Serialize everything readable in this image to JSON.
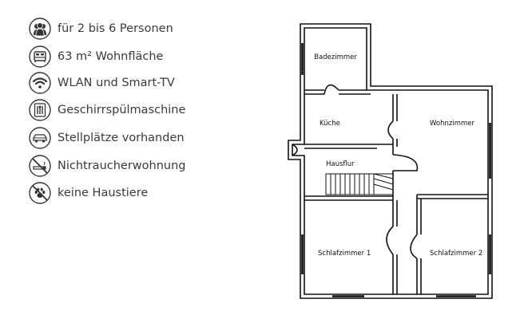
{
  "features": [
    {
      "label": "für 2 bis 6 Personen",
      "icon": "people-icon"
    },
    {
      "label": "63 m² Wohnfläche",
      "icon": "bed-icon"
    },
    {
      "label": "WLAN und Smart-TV",
      "icon": "wifi-icon"
    },
    {
      "label": "Geschirrspülmaschine",
      "icon": "dishwasher-icon"
    },
    {
      "label": "Stellplätze vorhanden",
      "icon": "car-icon"
    },
    {
      "label": "Nichtraucherwohnung",
      "icon": "no-smoking-icon"
    },
    {
      "label": "keine Haustiere",
      "icon": "no-pets-icon"
    }
  ],
  "floorplan": {
    "rooms": {
      "bathroom": "Badezimmer",
      "kitchen": "Küche",
      "living_room": "Wohnzimmer",
      "hallway": "Hausflur",
      "bedroom1": "Schlafzimmer 1",
      "bedroom2": "Schlafzimmer 2"
    }
  }
}
